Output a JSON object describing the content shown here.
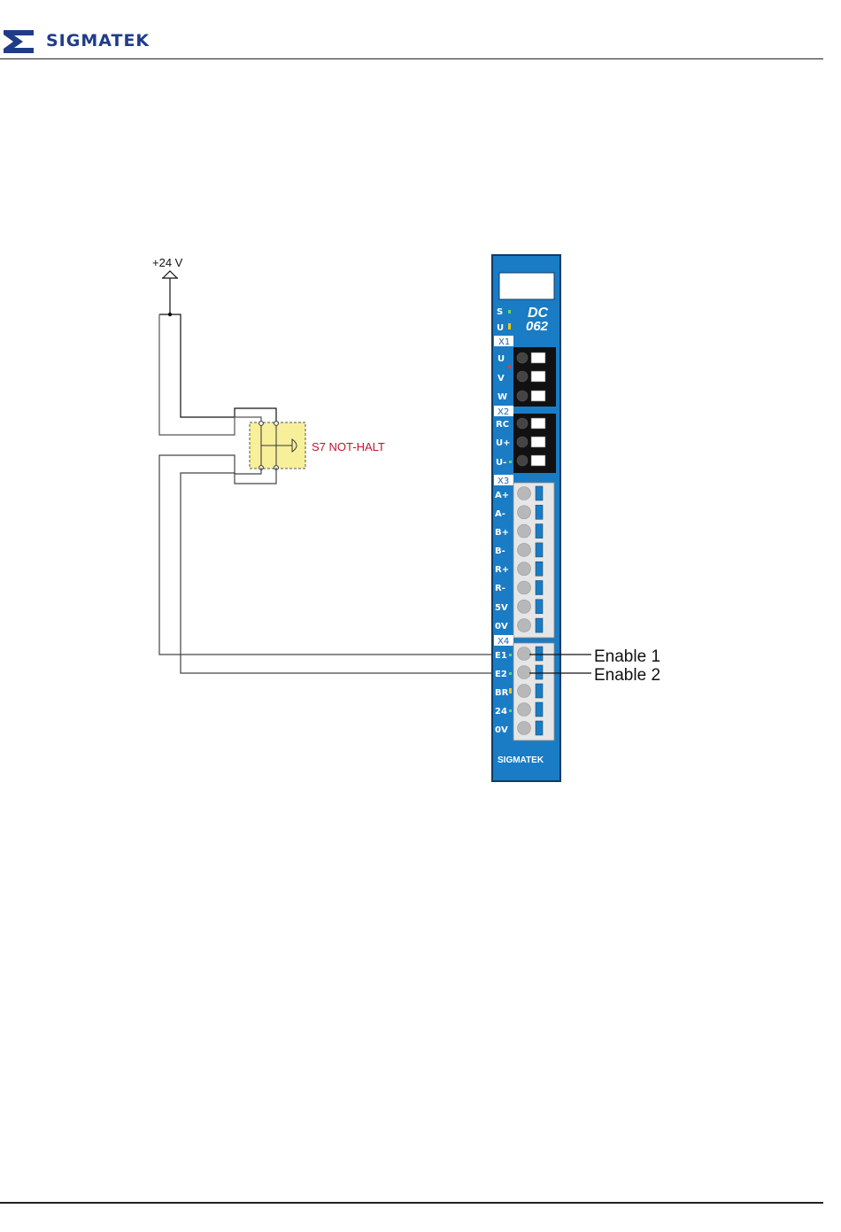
{
  "header": {
    "brand": "SIGMATEK",
    "brand_color": "#1f3c88",
    "logo_icon": "sigmatek-logo-icon"
  },
  "diagram": {
    "supply_label": "+24 V",
    "switch_label": "S7 NOT-HALT",
    "switch_label_color": "#c0142c",
    "module": {
      "title_line1": "DC",
      "title_line2": "062",
      "status_leds": [
        "S",
        "U"
      ],
      "x1": {
        "name": "X1",
        "pins": [
          "U",
          "V",
          "W"
        ]
      },
      "x2": {
        "name": "X2",
        "pins": [
          "RC",
          "U+",
          "U-"
        ]
      },
      "x3": {
        "name": "X3",
        "pins": [
          "A+",
          "A-",
          "B+",
          "B-",
          "R+",
          "R-",
          "5V",
          "0V"
        ]
      },
      "x4": {
        "name": "X4",
        "pins": [
          "E1",
          "E2",
          "BR",
          "24",
          "0V"
        ]
      },
      "footer_brand": "SIGMATEK",
      "body_color": "#1a7cc4"
    },
    "callouts": [
      "Enable 1",
      "Enable 2"
    ]
  }
}
